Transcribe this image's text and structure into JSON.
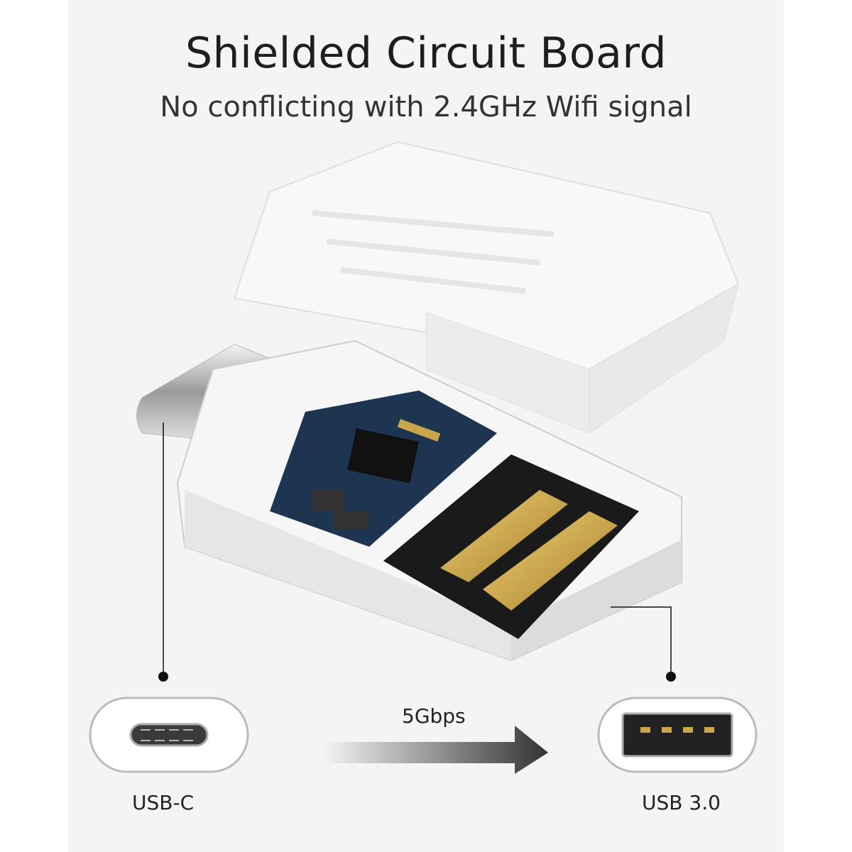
{
  "header": {
    "title": "Shielded Circuit Board",
    "subtitle": "No conflicting with 2.4GHz Wifi signal"
  },
  "ports": {
    "input_label": "USB-C",
    "output_label": "USB 3.0",
    "speed_label": "5Gbps"
  },
  "colors": {
    "panel": "#f4f4f4",
    "pcb": "#1d3550",
    "gold": "#c9a64a"
  }
}
